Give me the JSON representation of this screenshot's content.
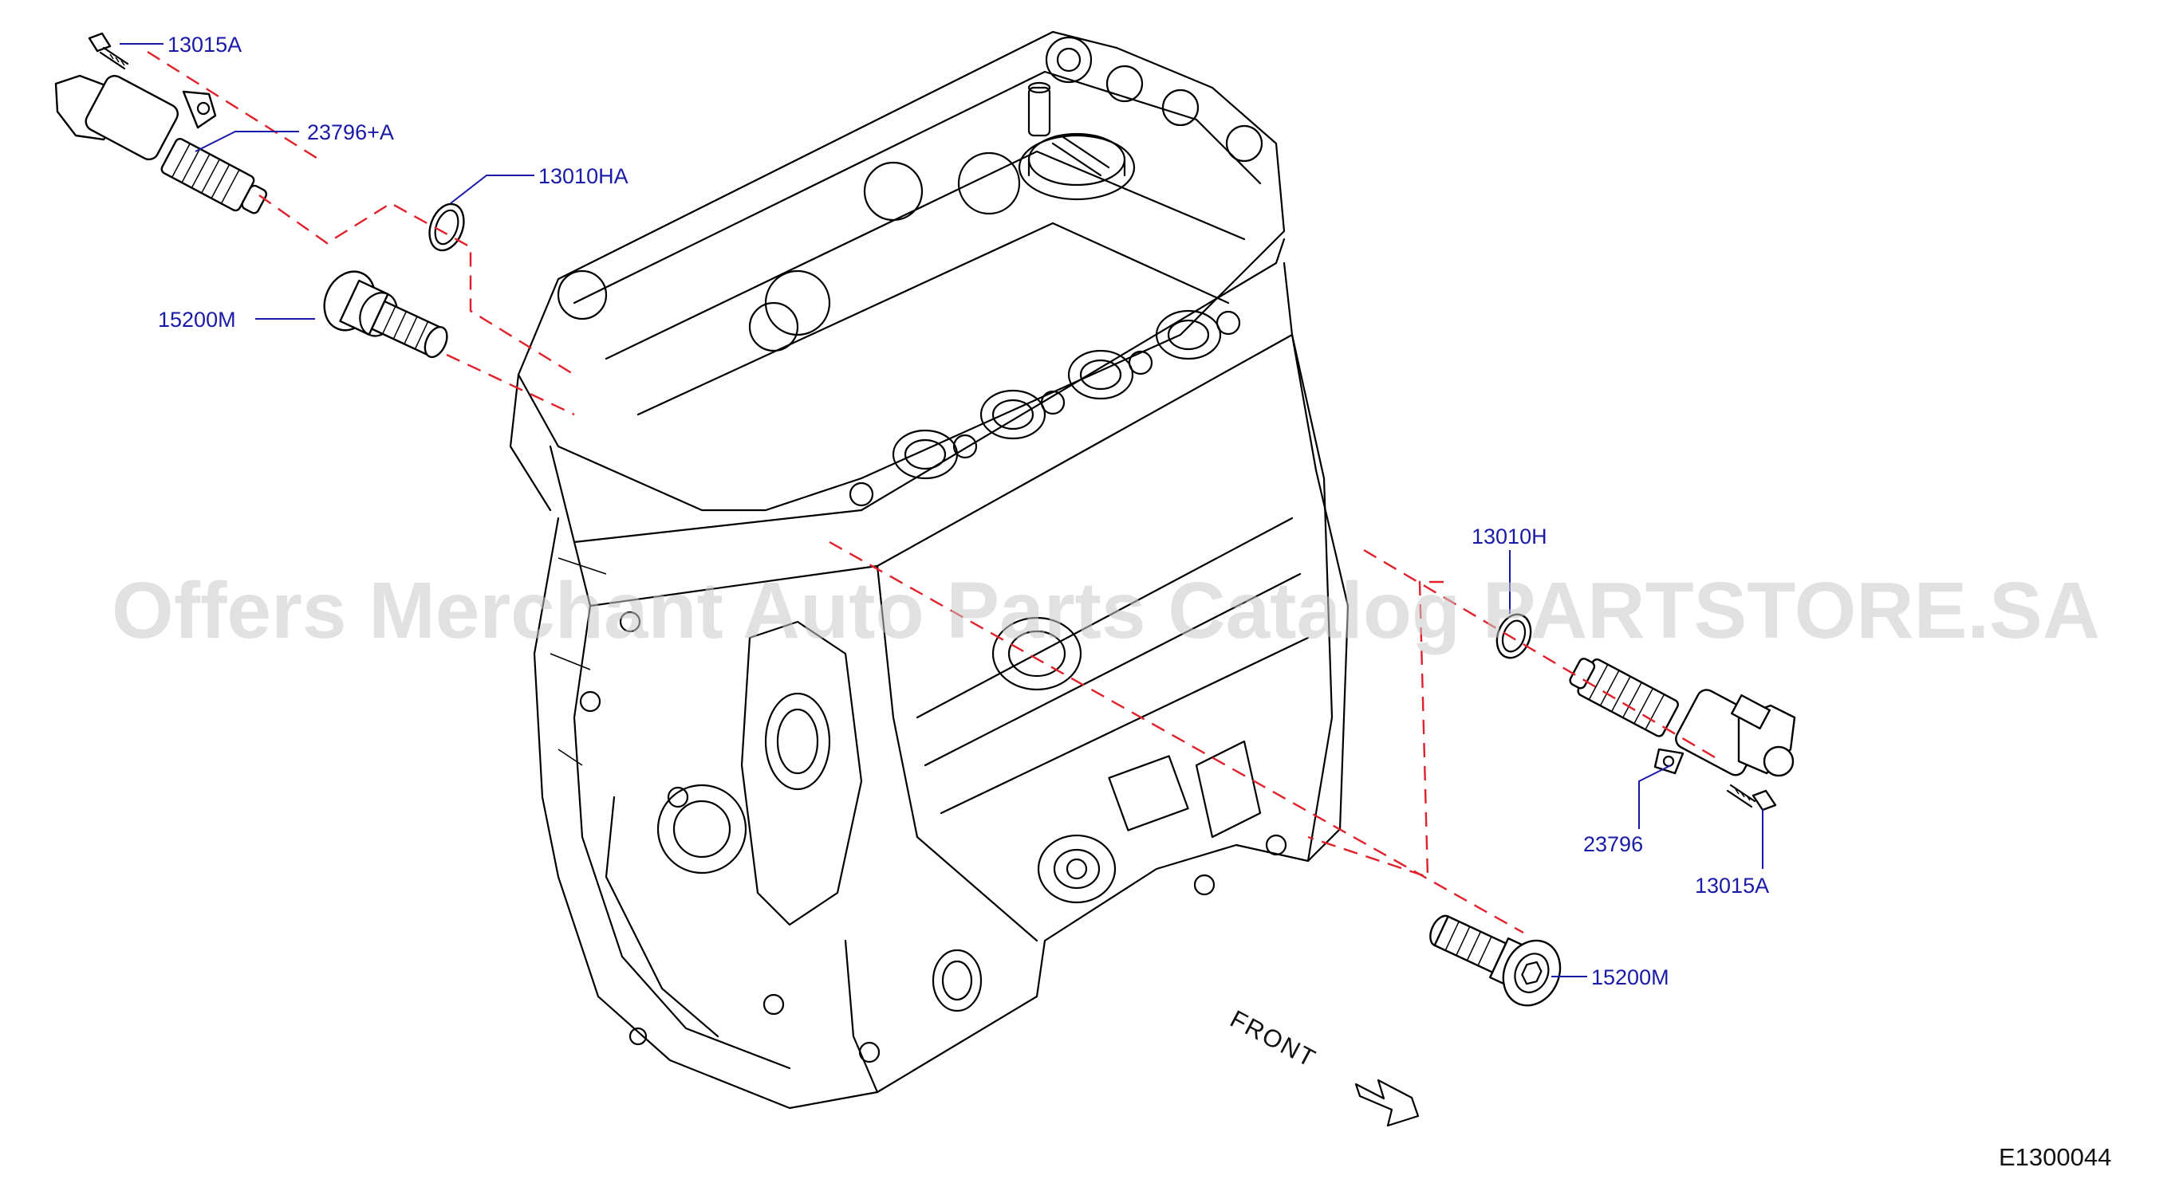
{
  "diagram": {
    "callouts": [
      {
        "id": "c1",
        "label": "13015A"
      },
      {
        "id": "c2",
        "label": "23796+A"
      },
      {
        "id": "c3",
        "label": "13010HA"
      },
      {
        "id": "c4",
        "label": "15200M"
      },
      {
        "id": "c5",
        "label": "13010H"
      },
      {
        "id": "c6",
        "label": "23796"
      },
      {
        "id": "c7",
        "label": "13015A"
      },
      {
        "id": "c8",
        "label": "15200M"
      }
    ],
    "front_label": "FRONT",
    "drawing_code": "E1300044",
    "watermark": "Offers Merchant Auto Parts Catalog PARTSTORE.SA",
    "colors": {
      "callout_text": "#1a1aa8",
      "assembly_path": "#e0202a",
      "line_art": "#000000",
      "watermark": "#c8c8c8"
    }
  }
}
